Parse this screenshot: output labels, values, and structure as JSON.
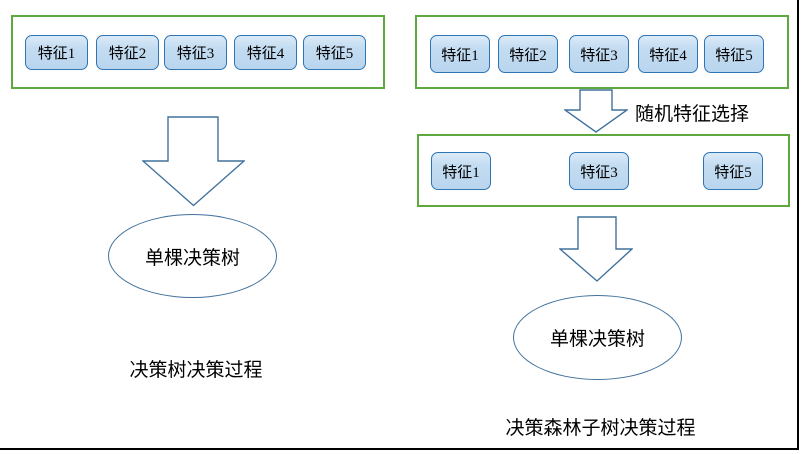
{
  "diagram": {
    "left_panel": {
      "features": [
        "特征1",
        "特征2",
        "特征3",
        "特征4",
        "特征5"
      ],
      "node_label": "单棵决策树",
      "caption": "决策树决策过程"
    },
    "right_panel": {
      "features_all": [
        "特征1",
        "特征2",
        "特征3",
        "特征4",
        "特征5"
      ],
      "arrow_label": "随机特征选择",
      "features_selected": [
        "特征1",
        "特征3",
        "特征5"
      ],
      "node_label": "单棵决策树",
      "caption": "决策森林子树决策过程"
    },
    "colors": {
      "container_border_green": "#5ea93d",
      "feature_box_fill": "#bdd7ee",
      "feature_box_border": "#2e75b6",
      "shape_stroke_blue": "#41719c",
      "page_edge_black": "#000000",
      "text": "#000000",
      "background": "#ffffff"
    }
  }
}
